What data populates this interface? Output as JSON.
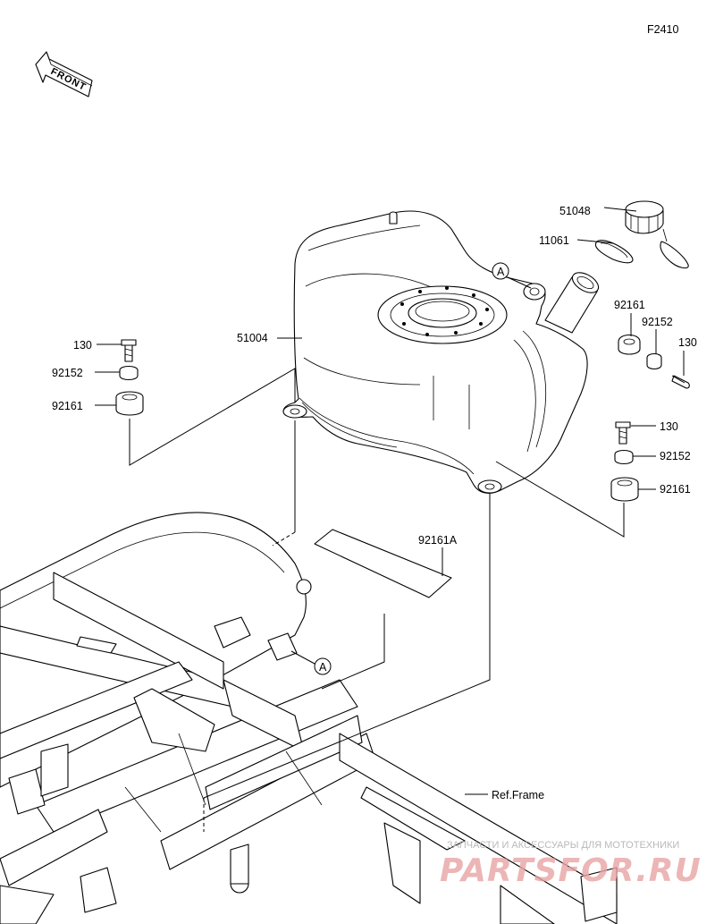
{
  "figure_code": "F2410",
  "front_label": "FRONT",
  "callouts": {
    "p51048": "51048",
    "p11061": "11061",
    "p51004": "51004",
    "p92161_a": "92161",
    "p92152_a": "92152",
    "p130_a": "130",
    "p130_b": "130",
    "p92152_b": "92152",
    "p92161_b": "92161",
    "p130_c": "130",
    "p92152_c": "92152",
    "p92161_c": "92161",
    "p92161A": "92161A",
    "ref_frame": "Ref.Frame"
  },
  "markers": {
    "a1": "A",
    "a2": "A"
  },
  "watermark": {
    "tagline": "ЗАПЧАСТИ И АКСЕССУАРЫ ДЛЯ МОТОТЕХНИКИ",
    "brand": "PARTSFOR.RU"
  }
}
